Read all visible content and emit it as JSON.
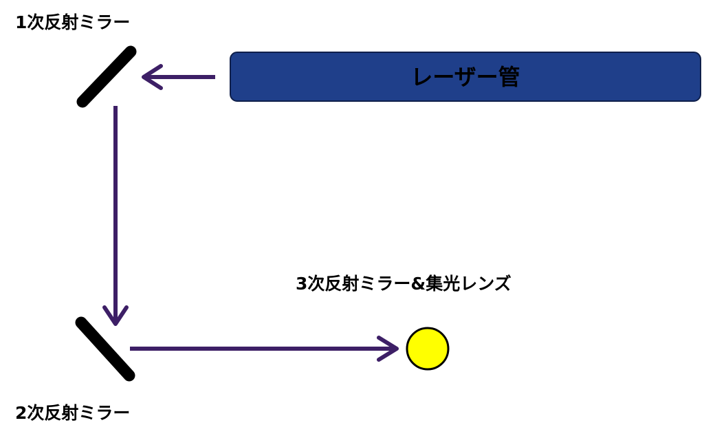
{
  "labels": {
    "mirror1": "1次反射ミラー",
    "mirror2": "2次反射ミラー",
    "mirror3": "3次反射ミラー&集光レンズ",
    "laser_tube": "レーザー管"
  },
  "colors": {
    "beam": "#3d1f66",
    "mirror": "#000000",
    "laser_tube_fill": "#1f3f8a",
    "laser_tube_border": "#0f1f4a",
    "lens_fill": "#ffff00",
    "lens_stroke": "#000000"
  }
}
